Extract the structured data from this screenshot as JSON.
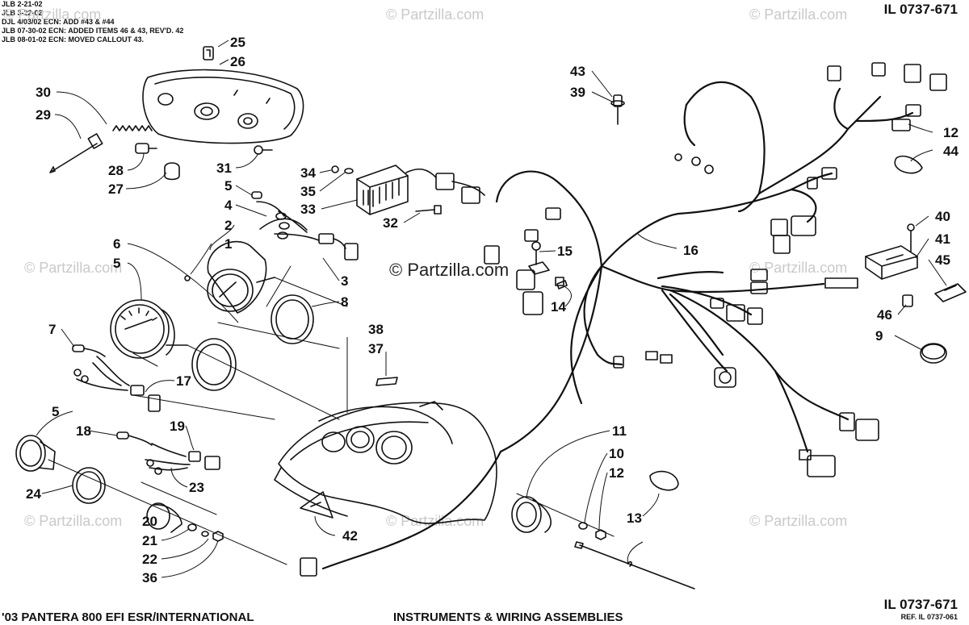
{
  "revision_notes": [
    "JLB 2-21-02",
    "JLB 3-22-02",
    "DJL 4/03/02 ECN: ADD #43 & #44",
    "JLB 07-30-02 ECN: ADDED ITEMS 46 & 43, REV'D. 42",
    "JLB 08-01-02 ECN: MOVED CALLOUT 43."
  ],
  "illustration_id_top": "IL 0737-671",
  "illustration_id_bottom": "IL 0737-671",
  "reference": "REF. IL 0737-061",
  "model_title": "'03 PANTERA 800 EFI ESR/INTERNATIONAL",
  "section_title": "INSTRUMENTS & WIRING ASSEMBLIES",
  "watermark": "© Partzilla.com",
  "callouts": [
    "25",
    "26",
    "30",
    "29",
    "28",
    "27",
    "31",
    "34",
    "35",
    "33",
    "32",
    "5",
    "4",
    "2",
    "1",
    "3",
    "8",
    "6",
    "5",
    "7",
    "17",
    "5",
    "18",
    "19",
    "23",
    "24",
    "20",
    "21",
    "22",
    "36",
    "38",
    "37",
    "42",
    "43",
    "39",
    "15",
    "14",
    "16",
    "12",
    "44",
    "40",
    "41",
    "45",
    "46",
    "9",
    "11",
    "10",
    "12",
    "13"
  ]
}
